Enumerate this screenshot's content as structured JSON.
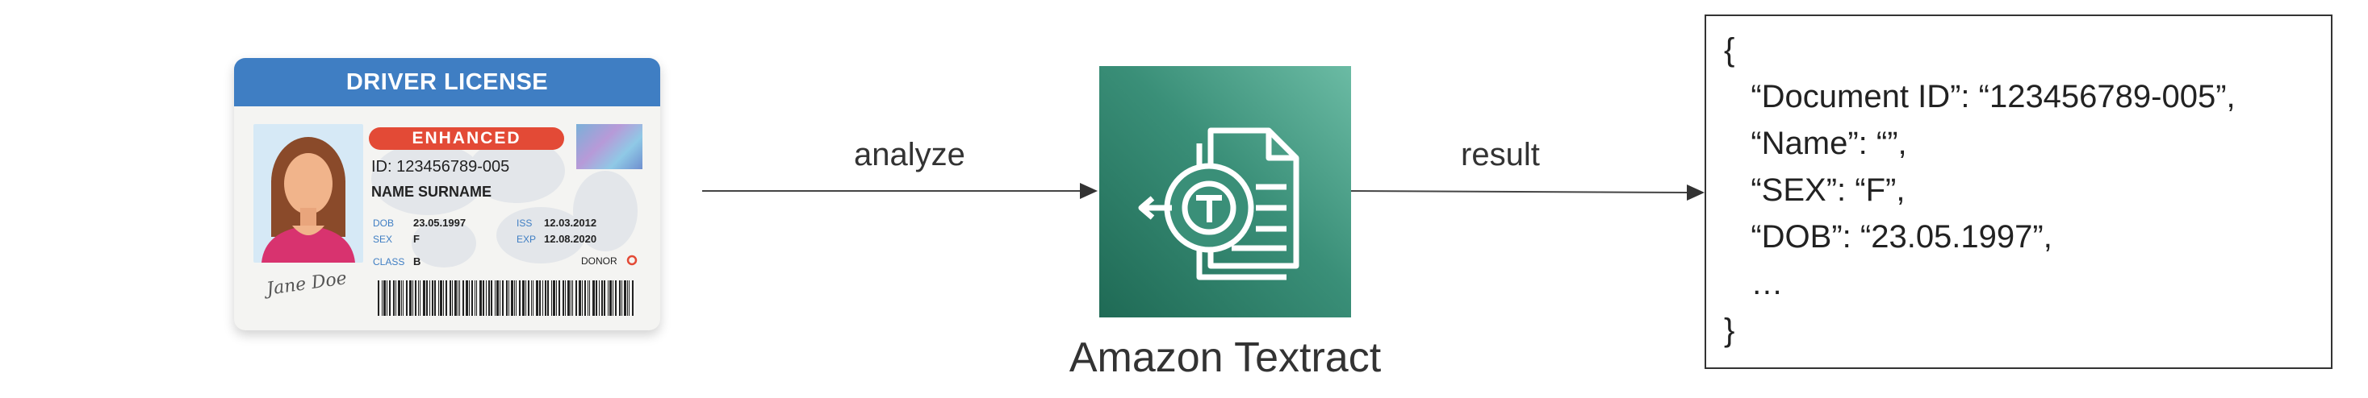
{
  "license": {
    "header": "DRIVER LICENSE",
    "badge": "ENHANCED",
    "id": "ID: 123456789-005",
    "name": "NAME SURNAME",
    "dob_label": "DOB",
    "dob_value": "23.05.1997",
    "sex_label": "SEX",
    "sex_value": "F",
    "iss_label": "ISS",
    "iss_value": "12.03.2012",
    "exp_label": "EXP",
    "exp_value": "12.08.2020",
    "class_label": "CLASS",
    "class_value": "B",
    "donor_label": "DONOR",
    "signature": "Jane Doe"
  },
  "edges": {
    "analyze": "analyze",
    "result": "result"
  },
  "service": {
    "name": "Amazon Textract",
    "icon": "textract-icon"
  },
  "output": {
    "lines": [
      "{",
      "   “Document ID”: “123456789-005”,",
      "   “Name”: “”,",
      "   “SEX”: “F”,",
      "   “DOB”: “23.05.1997”,",
      "   …",
      "}"
    ]
  },
  "colors": {
    "card_header": "#3f7ec3",
    "badge": "#e34a36",
    "textract_light": "#6bbba4",
    "textract_dark": "#1f6a55"
  }
}
